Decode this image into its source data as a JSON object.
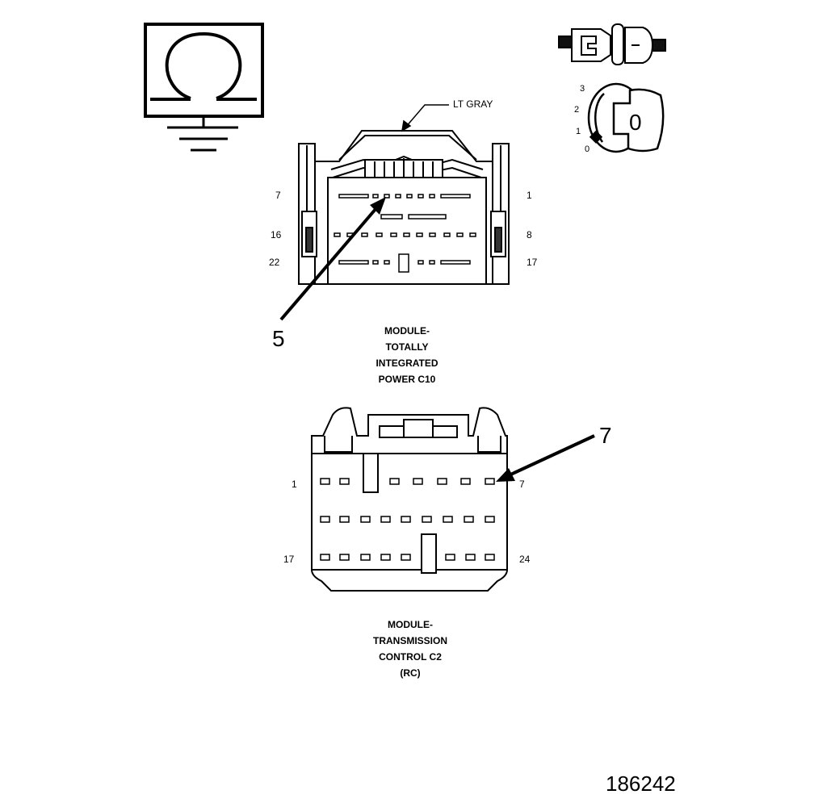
{
  "symbols": {
    "ohmmeter": "omega-ohm-icon",
    "ground": "ground-icon",
    "key_positions": [
      "3",
      "2",
      "1",
      "0"
    ],
    "key_label": "0"
  },
  "connector_c10": {
    "color_label": "LT GRAY",
    "pins": {
      "top_left": "7",
      "top_right": "1",
      "mid_left": "16",
      "mid_right": "8",
      "bottom_left": "22",
      "bottom_right": "17"
    },
    "callout": "5",
    "title": [
      "MODULE-",
      "TOTALLY",
      "INTEGRATED",
      "POWER C10"
    ]
  },
  "connector_c2": {
    "pins": {
      "top_left": "1",
      "top_right": "7",
      "bottom_left": "17",
      "bottom_right": "24"
    },
    "callout": "7",
    "title": [
      "MODULE-",
      "TRANSMISSION",
      "CONTROL C2",
      "(RC)"
    ]
  },
  "figure_number": "186242"
}
